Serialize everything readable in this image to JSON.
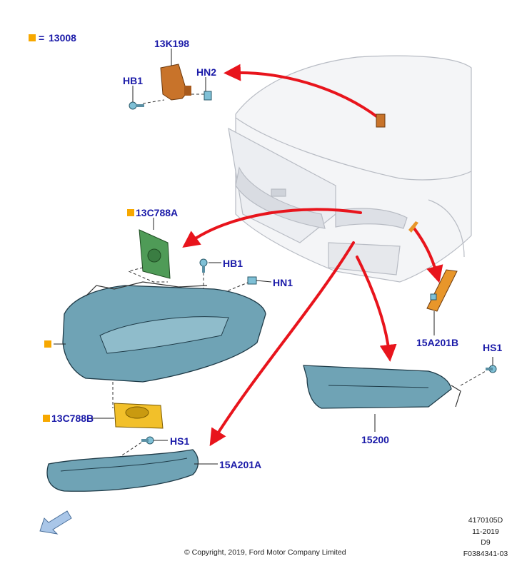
{
  "legend": {
    "equals": "=",
    "code": "13008",
    "marker_color": "#f7a800"
  },
  "parts": {
    "module": "13K198",
    "hb1_top": "HB1",
    "hn2": "HN2",
    "ballast": "13C788A",
    "hb1_mid": "HB1",
    "hn1": "HN1",
    "igniter": "13C788B",
    "hs1_left": "HS1",
    "drl_lamp": "15A201A",
    "side_marker": "15A201B",
    "hs1_right": "HS1",
    "fog_lamp": "15200"
  },
  "footer": {
    "copyright": "© Copyright, 2019, Ford Motor Company Limited",
    "doc_lines": [
      "4170105D",
      "11-2019",
      "D9",
      "F0384341-03"
    ]
  },
  "colors": {
    "label": "#1a1aa8",
    "arrow": "#e8141c",
    "lamp": "#6fa3b5",
    "module": "#c8732a",
    "ballast": "#4f9b57",
    "igniter": "#f2c02a"
  }
}
